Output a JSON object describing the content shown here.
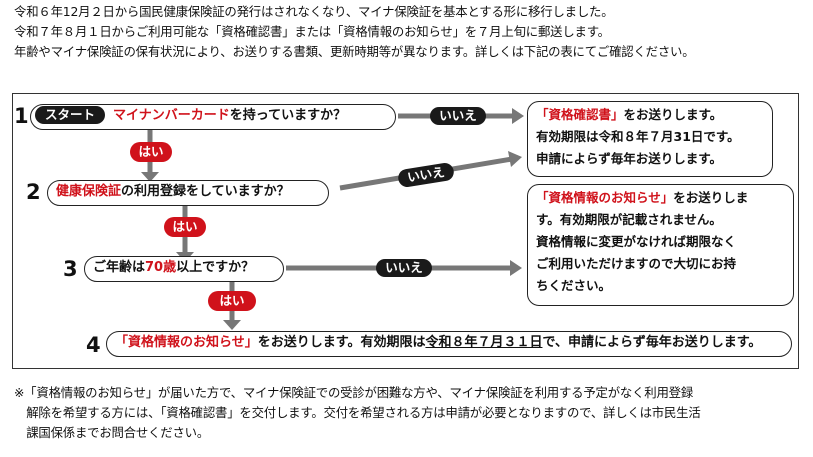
{
  "intro": [
    "令和６年12月２日から国民健康保険証の発行はされなくなり、マイナ保険証を基本とする形に移行しました。",
    "令和７年８月１日からご利用可能な「資格確認書」または「資格情報のお知らせ」を７月上旬に郵送します。",
    "年齢やマイナ保険証の保有状況により、お送りする書類、更新時期等が異なります。詳しくは下記の表にてご確認ください。"
  ],
  "steps": [
    {
      "num": "1",
      "start": "スタート",
      "highlight": "マイナンバーカード",
      "rest": "を持っていますか？"
    },
    {
      "num": "2",
      "highlight": "健康保険証",
      "rest": "の利用登録をしていますか？"
    },
    {
      "num": "3",
      "pre": "ご年齢は",
      "highlight": "70歳",
      "rest": "以上ですか？"
    },
    {
      "num": "4",
      "highlight": "「資格情報のお知らせ」",
      "rest_a": "をお送りします。有効期限は",
      "underline": "令和８年７月３１日",
      "rest_b": "で、申請によらず毎年お送りします。"
    }
  ],
  "yes_label": "はい",
  "no_label": "いいえ",
  "answer1": {
    "highlight": "「資格確認書」",
    "line1": "をお送りします。",
    "line2": "有効期限は令和８年７月31日です。",
    "line3": "申請によらず毎年お送りします。"
  },
  "answer2": {
    "highlight": "「資格情報のお知らせ」",
    "line1": "をお送りしま",
    "line2": "す。有効期限が記載されません。",
    "line3": "資格情報に変更がなければ期限なく",
    "line4": "ご利用いただけますので大切にお持",
    "line5": "ちください。"
  },
  "note": [
    "※「資格情報のお知らせ」が届いた方で、マイナ保険証での受診が困難な方や、マイナ保険証を利用する予定がなく利用登録",
    "　解除を希望する方には、「資格確認書」を交付します。交付を希望される方は申請が必要となりますので、詳しくは市民生活",
    "　課国保係までお問合せください。"
  ],
  "colors": {
    "accent": "#d0121b",
    "dark": "#1a1a1a",
    "arrow": "#777777"
  }
}
